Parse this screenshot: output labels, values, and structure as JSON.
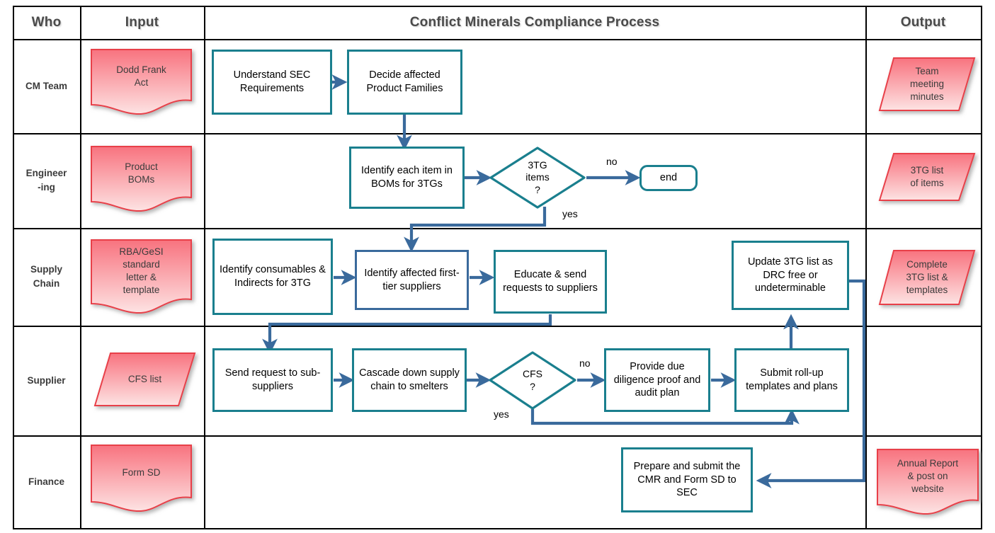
{
  "header": {
    "who": "Who",
    "input": "Input",
    "process": "Conflict Minerals Compliance Process",
    "output": "Output"
  },
  "lanes": [
    {
      "name": "CM Team",
      "label": "CM Team"
    },
    {
      "name": "Engineering",
      "label": "Engineer\n-ing"
    },
    {
      "name": "Supply Chain",
      "label": "Supply\nChain"
    },
    {
      "name": "Supplier",
      "label": "Supplier"
    },
    {
      "name": "Finance",
      "label": "Finance"
    }
  ],
  "lane_labels": {
    "cm_team": "CM Team",
    "engineering_l1": "Engineer",
    "engineering_l2": "-ing",
    "supply_chain_l1": "Supply",
    "supply_chain_l2": "Chain",
    "supplier": "Supplier",
    "finance": "Finance"
  },
  "inputs": {
    "dodd_frank_l1": "Dodd Frank",
    "dodd_frank_l2": "Act",
    "product_boms_l1": "Product",
    "product_boms_l2": "BOMs",
    "rba_l1": "RBA/GeSI",
    "rba_l2": "standard",
    "rba_l3": "letter &",
    "rba_l4": "template",
    "cfs_list": "CFS list",
    "form_sd": "Form SD"
  },
  "outputs": {
    "team_minutes_l1": "Team",
    "team_minutes_l2": "meeting",
    "team_minutes_l3": "minutes",
    "tg_list_l1": "3TG list",
    "tg_list_l2": "of items",
    "complete_l1": "Complete",
    "complete_l2": "3TG list &",
    "complete_l3": "templates",
    "annual_l1": "Annual Report",
    "annual_l2": "& post on",
    "annual_l3": "website"
  },
  "steps": {
    "understand_sec": "Understand SEC Requirements",
    "decide_families": "Decide affected Product Families",
    "identify_boms": "Identify each item in BOMs for 3TGs",
    "end": "end",
    "identify_consumables": "Identify consumables & Indirects for 3TG",
    "identify_first_tier": "Identify affected first-tier suppliers",
    "educate_send": "Educate & send requests to suppliers",
    "update_tg_list": "Update 3TG list as DRC free or undeterminable",
    "send_request": "Send request to sub-suppliers",
    "cascade_down": "Cascade down supply chain to smelters",
    "provide_due_diligence": "Provide due diligence proof and audit plan",
    "submit_rollup": "Submit roll-up templates and plans",
    "prepare_cmr": "Prepare and submit the CMR and Form SD to SEC"
  },
  "decisions": {
    "tg_items_l1": "3TG",
    "tg_items_l2": "items",
    "tg_items_l3": "?",
    "cfs_l1": "CFS",
    "cfs_l2": "?"
  },
  "edge_labels": {
    "tg_no": "no",
    "tg_yes": "yes",
    "cfs_no": "no",
    "cfs_yes": "yes"
  },
  "colors": {
    "teal_border": "#1a7f8e",
    "blue_border": "#3a6a9c",
    "connector": "#3a6a9c",
    "doc_fill_top": "#f8737f",
    "doc_fill_bottom": "#fde3e3",
    "doc_border": "#e8404a",
    "grid": "#000000",
    "header_text": "#4a4a4a"
  }
}
